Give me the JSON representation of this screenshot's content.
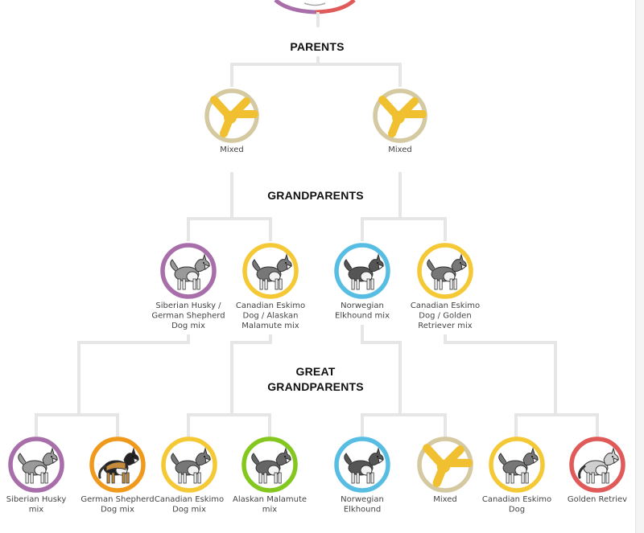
{
  "generations": {
    "parents": {
      "title": [
        "PARENTS"
      ]
    },
    "grandparents": {
      "title": [
        "GRANDPARENTS"
      ]
    },
    "great_grandparents": {
      "title": [
        "GREAT",
        "GRANDPARENTS"
      ]
    }
  },
  "nodes": [
    {
      "key": "p1",
      "label": [
        "Mixed"
      ],
      "ring_color": "#d4c9a0",
      "icon": "mixed-breed-icon"
    },
    {
      "key": "p2",
      "label": [
        "Mixed"
      ],
      "ring_color": "#d4c9a0",
      "icon": "mixed-breed-icon"
    },
    {
      "key": "g1",
      "label": [
        "Siberian Husky /",
        "German Shepherd",
        "Dog mix"
      ],
      "ring_color": "#a86ea9",
      "icon": "husky-dog-icon"
    },
    {
      "key": "g2",
      "label": [
        "Canadian Eskimo",
        "Dog / Alaskan",
        "Malamute mix"
      ],
      "ring_color": "#f5c835",
      "icon": "eskimo-dog-icon"
    },
    {
      "key": "g3",
      "label": [
        "Norwegian",
        "Elkhound mix"
      ],
      "ring_color": "#58bde3",
      "icon": "elkhound-dog-icon"
    },
    {
      "key": "g4",
      "label": [
        "Canadian Eskimo",
        "Dog / Golden",
        "Retriever mix"
      ],
      "ring_color": "#f5c835",
      "icon": "eskimo-dog-icon"
    },
    {
      "key": "gg1",
      "label": [
        "Siberian Husky",
        "mix"
      ],
      "ring_color": "#a86ea9",
      "icon": "husky-dog-icon"
    },
    {
      "key": "gg2",
      "label": [
        "German Shepherd",
        "Dog mix"
      ],
      "ring_color": "#ef9a1c",
      "icon": "german-shepherd-dog-icon"
    },
    {
      "key": "gg3",
      "label": [
        "Canadian Eskimo",
        "Dog mix"
      ],
      "ring_color": "#f5c835",
      "icon": "eskimo-dog-icon"
    },
    {
      "key": "gg4",
      "label": [
        "Alaskan Malamute",
        "mix"
      ],
      "ring_color": "#84c81f",
      "icon": "malamute-dog-icon"
    },
    {
      "key": "gg5",
      "label": [
        "Norwegian",
        "Elkhound"
      ],
      "ring_color": "#58bde3",
      "icon": "elkhound-dog-icon"
    },
    {
      "key": "gg6",
      "label": [
        "Mixed"
      ],
      "ring_color": "#d4c9a0",
      "icon": "mixed-breed-icon"
    },
    {
      "key": "gg7",
      "label": [
        "Canadian Eskimo",
        "Dog"
      ],
      "ring_color": "#f5c835",
      "icon": "eskimo-dog-icon"
    },
    {
      "key": "gg8",
      "label": [
        "Golden Retriev"
      ],
      "ring_color": "#e05a5a",
      "icon": "golden-retriever-dog-icon"
    }
  ],
  "colors": {
    "connector": "#e6e6e6",
    "mixed_icon": "#f0c030",
    "top_ring_left": "#a86ea9",
    "top_ring_right": "#e05a5a"
  }
}
